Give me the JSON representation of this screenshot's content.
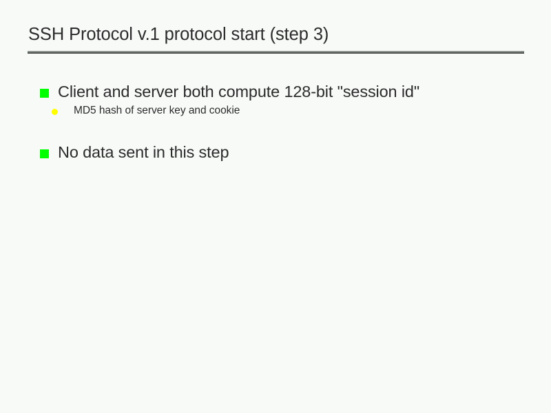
{
  "slide": {
    "title": "SSH Protocol v.1 protocol start (step 3)",
    "background_color": "#f7faf7",
    "title_color": "#2b2b2b",
    "rule_color_top": "#8b8f8b",
    "rule_color_bottom": "#4e524e",
    "bullet_level1_color": "#00ff00",
    "bullet_level2_color": "#ffff00",
    "body": [
      {
        "level": 1,
        "marker": "green-square-bullet-icon",
        "text": "Client and server both compute 128-bit \"session id\"",
        "children": [
          {
            "level": 2,
            "marker": "yellow-dot-bullet-icon",
            "text": "MD5 hash of server key and cookie"
          }
        ]
      },
      {
        "level": 1,
        "marker": "green-square-bullet-icon",
        "text": "No data sent in this step",
        "children": []
      }
    ]
  }
}
